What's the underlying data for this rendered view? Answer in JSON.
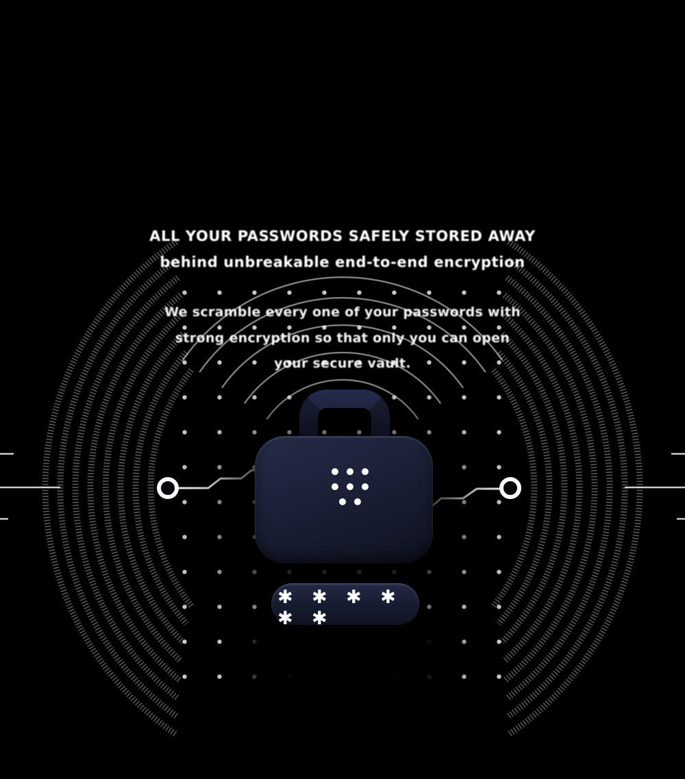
{
  "hero": {
    "title_line1": "ALL YOUR PASSWORDS SAFELY STORED AWAY",
    "title_line2": "behind unbreakable end-to-end encryption",
    "body_lines": [
      "We scramble every one of your passwords with",
      "strong encryption so that only you can open",
      "your secure vault."
    ],
    "password_mask": "✱ ✱ ✱ ✱ ✱ ✱"
  },
  "colors": {
    "background": "#000000",
    "case_fill": "#1b2037",
    "pill_fill": "#161a2e",
    "text": "#ffffff",
    "arc_stroke": "#ffffff"
  },
  "icons": {
    "vault_case": "briefcase-with-keypad-dots",
    "connector_nodes": "circuit-node-circles",
    "ripples": "concentric-arcs"
  }
}
